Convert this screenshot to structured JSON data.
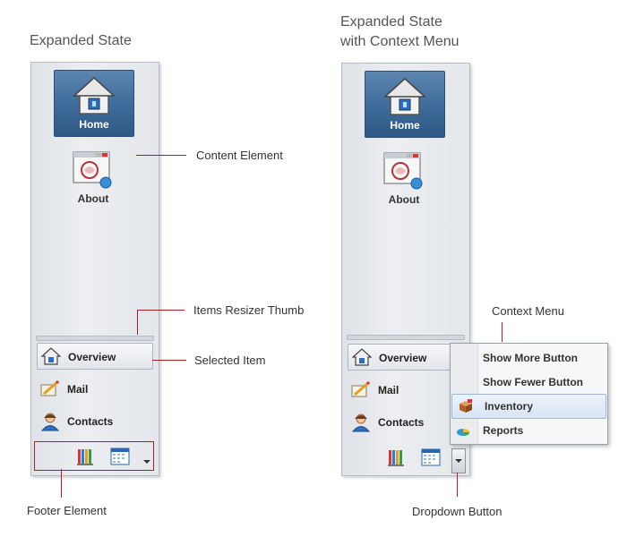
{
  "captions": {
    "left": "Expanded State",
    "right_line1": "Expanded State",
    "right_line2": "with Context Menu"
  },
  "callouts": {
    "content_element": "Content Element",
    "items_resizer_thumb": "Items Resizer Thumb",
    "selected_item": "Selected Item",
    "footer_element": "Footer Element",
    "context_menu": "Context Menu",
    "dropdown_button": "Dropdown Button"
  },
  "panel": {
    "home_label": "Home",
    "about_label": "About",
    "items": [
      {
        "label": "Overview",
        "icon": "house-icon",
        "selected": true
      },
      {
        "label": "Mail",
        "icon": "pencil-letter-icon",
        "selected": false
      },
      {
        "label": "Contacts",
        "icon": "person-icon",
        "selected": false
      }
    ],
    "footer_icons": [
      "books-icon",
      "calendar-icon"
    ]
  },
  "context_menu": {
    "items": [
      {
        "label": "Show More Button",
        "icon": "",
        "highlighted": false
      },
      {
        "label": "Show Fewer Button",
        "icon": "",
        "highlighted": false
      },
      {
        "label": "Inventory",
        "icon": "box-icon",
        "highlighted": true
      },
      {
        "label": "Reports",
        "icon": "chart-icon",
        "highlighted": false
      }
    ]
  },
  "colors": {
    "callout_line": "#a8202a",
    "home_tile": "#3d6a98"
  }
}
